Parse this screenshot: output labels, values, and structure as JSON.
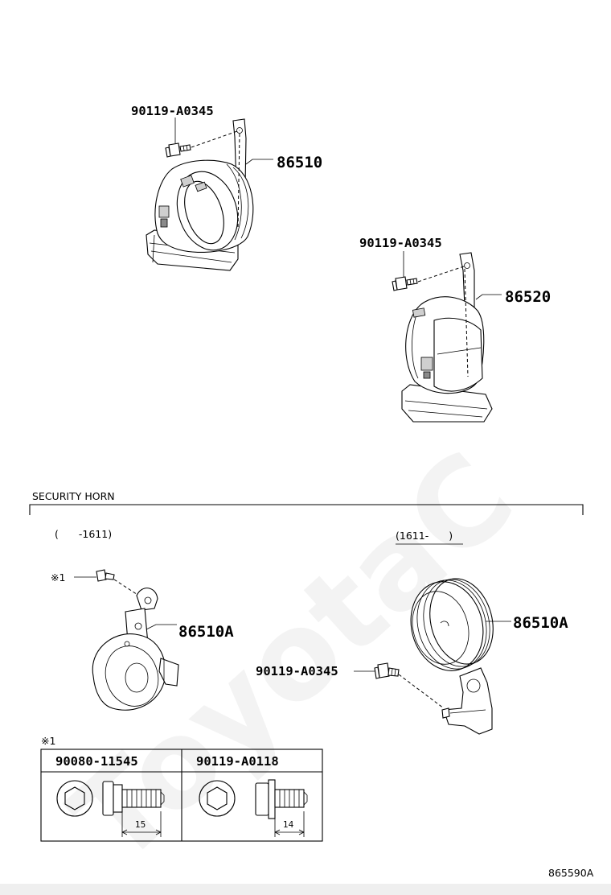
{
  "callouts": {
    "horn_low_bolt": "90119-A0345",
    "horn_low": "86510",
    "horn_high_bolt": "90119-A0345",
    "horn_high": "86520",
    "left_mark": "※1",
    "left_horn": "86510A",
    "right_horn": "86510A",
    "right_bolt": "90119-A0345"
  },
  "section": {
    "title": "SECURITY HORN",
    "left_range": "(　　-1611)",
    "right_range": "(1611-　　)"
  },
  "bolt_table": {
    "note": "※1",
    "columns": [
      {
        "part_number": "90080-11545",
        "length": "15"
      },
      {
        "part_number": "90119-A0118",
        "length": "14"
      }
    ]
  },
  "diagram_id": "865590A",
  "watermark": "ToyotaC",
  "colors": {
    "line": "#000000",
    "shade": "#cfcfcf",
    "watermark": "#f2f2f2"
  }
}
